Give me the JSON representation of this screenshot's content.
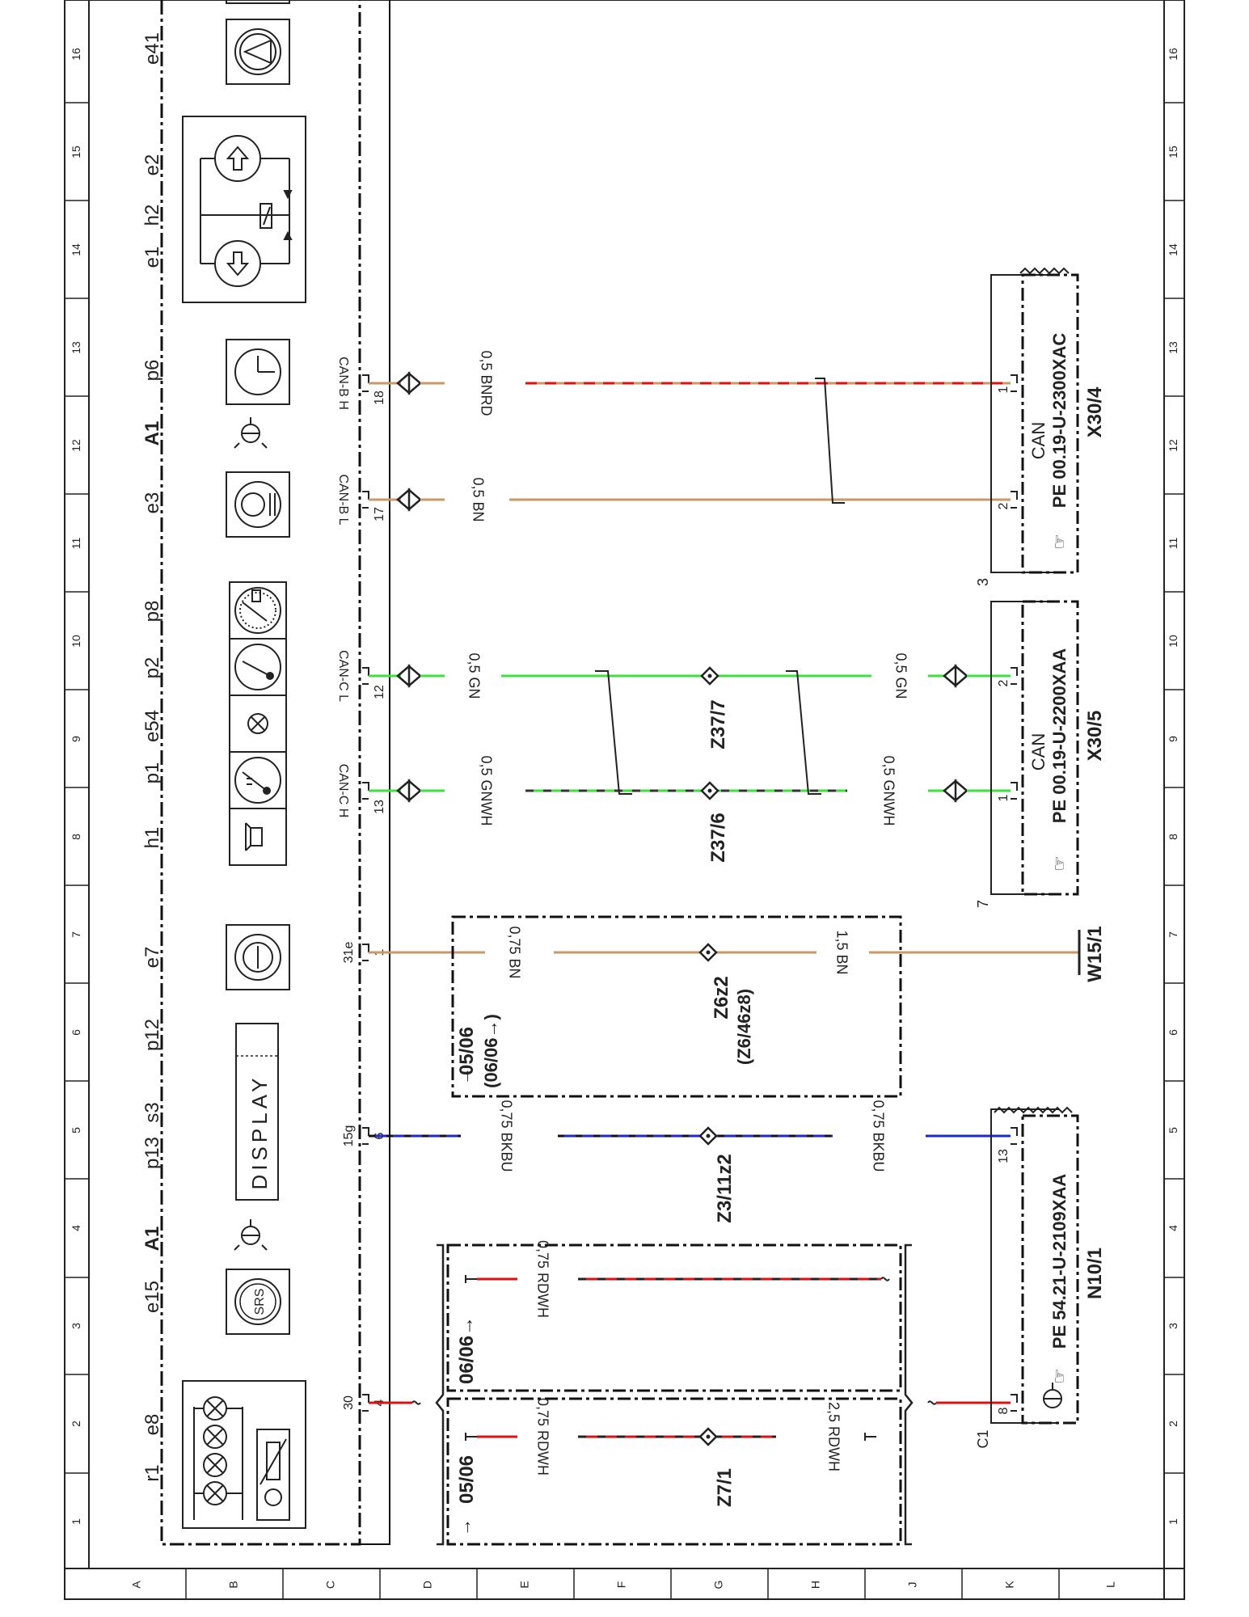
{
  "grid": {
    "columns": [
      "1",
      "2",
      "3",
      "4",
      "5",
      "6",
      "7",
      "8",
      "9",
      "10",
      "11",
      "12",
      "13",
      "14",
      "15",
      "16"
    ],
    "rows": [
      "A",
      "B",
      "C",
      "D",
      "E",
      "F",
      "G",
      "H",
      "J",
      "K",
      "L"
    ]
  },
  "cluster": {
    "labels": {
      "r1": "r1",
      "e8": "e8",
      "e15": "e15",
      "a1_left": "A1",
      "p13": "p13",
      "s3": "s3",
      "p12": "p12",
      "e7": "e7",
      "h1": "h1",
      "p1": "p1",
      "e54": "e54",
      "p2": "p2",
      "p8": "p8",
      "e3": "e3",
      "a1_right": "A1",
      "p6": "p6",
      "e1": "e1",
      "h2": "h2",
      "e2": "e2",
      "e41": "e41"
    },
    "display_text": "DISPLAY",
    "srs_text": "SRS",
    "pins": [
      {
        "signal": "30",
        "number": "4"
      },
      {
        "signal": "15g",
        "number": "6"
      },
      {
        "signal": "31e",
        "number": "1"
      },
      {
        "signal": "CAN-C H",
        "number": "13"
      },
      {
        "signal": "CAN-C L",
        "number": "12"
      },
      {
        "signal": "CAN-B L",
        "number": "17"
      },
      {
        "signal": "CAN-B H",
        "number": "18"
      }
    ]
  },
  "wires": [
    {
      "id": "can_b_h",
      "label": "0,5 BNRD",
      "color_main": "#c89a6a",
      "color_stripe": "#e01010"
    },
    {
      "id": "can_b_l",
      "label": "0,5 BN",
      "color_main": "#c89a6a"
    },
    {
      "id": "can_c_l_left",
      "label": "0,5 GN",
      "color_main": "#3de03d"
    },
    {
      "id": "can_c_l_right",
      "label": "0,5 GN",
      "color_main": "#3de03d"
    },
    {
      "id": "can_c_h_left",
      "label": "0,5 GNWH",
      "color_main": "#3de03d",
      "color_stripe": "#333333"
    },
    {
      "id": "can_c_h_right",
      "label": "0,5 GNWH",
      "color_main": "#3de03d",
      "color_stripe": "#333333"
    },
    {
      "id": "ground_left",
      "label": "0,75 BN",
      "color_main": "#c89a6a"
    },
    {
      "id": "ground_right",
      "label": "1,5 BN",
      "color_main": "#c89a6a"
    },
    {
      "id": "ign_left",
      "label": "0,75 BKBU",
      "color_main": "#1a2ad0"
    },
    {
      "id": "ign_right",
      "label": "0,75 BKBU",
      "color_main": "#1a2ad0"
    },
    {
      "id": "bat_upper",
      "label": "0,75 RDWH",
      "color_main": "#e01010",
      "color_stripe": "#222222"
    },
    {
      "id": "bat_lower_left",
      "label": "0,75 RDWH",
      "color_main": "#e01010",
      "color_stripe": "#222222"
    },
    {
      "id": "bat_lower_right",
      "label": "2,5 RDWH",
      "color_main": "#e01010",
      "color_stripe": "#222222"
    }
  ],
  "splices": {
    "z37_7": "Z37/7",
    "z37_6": "Z37/6",
    "z6z2": "Z6z2",
    "z6z2_alt": "(Z6/46z8)",
    "z3_11z2": "Z3/11z2",
    "z7_1": "Z7/1"
  },
  "variants": {
    "ground_from": "05/06",
    "ground_to": "(06/06→)",
    "bat_upper": "06/06→",
    "bat_lower": "05/06"
  },
  "connectors": {
    "x30_4": {
      "name": "X30/4",
      "ref": "PE  00.19-U-2300XAC",
      "bus": "CAN",
      "pin_a": "1",
      "pin_b": "2",
      "side_number": "3"
    },
    "x30_5": {
      "name": "X30/5",
      "ref": "PE  00.19-U-2200XAA",
      "bus": "CAN",
      "pin_a": "2",
      "pin_b": "1",
      "side_number": "7"
    },
    "n10_1": {
      "name": "N10/1",
      "ref": "PE  54.21-U-2109XAA",
      "pin_a": "13",
      "pin_b": "8",
      "side_number": "C1"
    },
    "w15_1": {
      "name": "W15/1"
    }
  }
}
